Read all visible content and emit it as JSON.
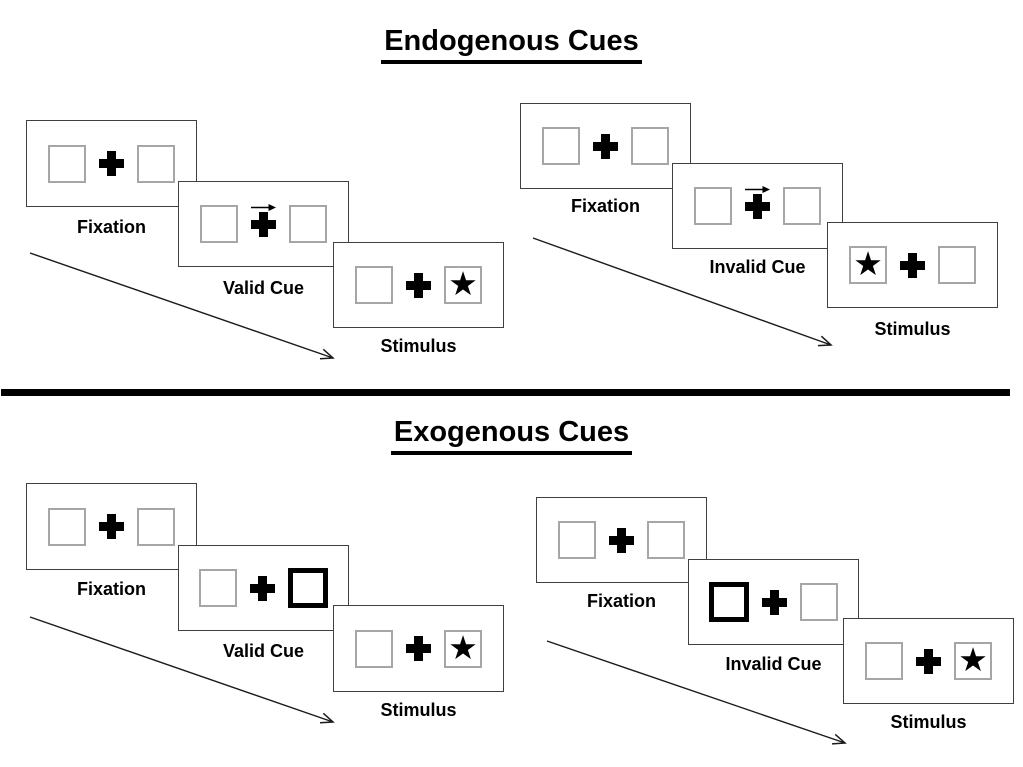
{
  "sections": [
    {
      "id": "endogenous",
      "title": "Endogenous Cues",
      "trials": [
        {
          "id": "valid",
          "panels": [
            {
              "label": "Fixation",
              "cue": "none",
              "star_position": "none"
            },
            {
              "label": "Valid Cue",
              "cue": "arrow-right-above-fixation",
              "star_position": "none"
            },
            {
              "label": "Stimulus",
              "cue": "none",
              "star_position": "right"
            }
          ]
        },
        {
          "id": "invalid",
          "panels": [
            {
              "label": "Fixation",
              "cue": "none",
              "star_position": "none"
            },
            {
              "label": "Invalid Cue",
              "cue": "arrow-right-above-fixation",
              "star_position": "none"
            },
            {
              "label": "Stimulus",
              "cue": "none",
              "star_position": "left"
            }
          ]
        }
      ]
    },
    {
      "id": "exogenous",
      "title": "Exogenous Cues",
      "trials": [
        {
          "id": "valid",
          "panels": [
            {
              "label": "Fixation",
              "cue": "none",
              "star_position": "none"
            },
            {
              "label": "Valid Cue",
              "cue": "bold-right-box",
              "star_position": "none"
            },
            {
              "label": "Stimulus",
              "cue": "none",
              "star_position": "right"
            }
          ]
        },
        {
          "id": "invalid",
          "panels": [
            {
              "label": "Fixation",
              "cue": "none",
              "star_position": "none"
            },
            {
              "label": "Invalid Cue",
              "cue": "bold-left-box",
              "star_position": "none"
            },
            {
              "label": "Stimulus",
              "cue": "none",
              "star_position": "right"
            }
          ]
        }
      ]
    }
  ],
  "glyphs": {
    "star": "★"
  },
  "colors": {
    "background": "#ffffff",
    "ink": "#000000",
    "panel_border": "#3f3f3f",
    "box_border": "#a6a6a6",
    "bold_box_border": "#000000",
    "divider": "#000000"
  }
}
